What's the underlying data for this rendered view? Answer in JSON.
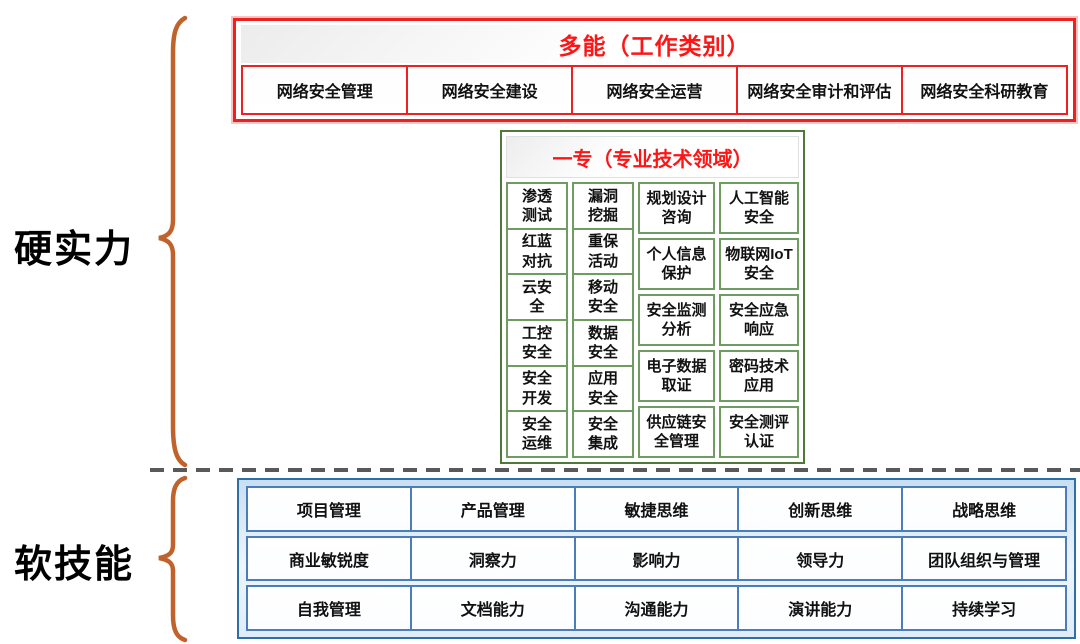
{
  "sections": {
    "hard_label": "硬实力",
    "soft_label": "软技能"
  },
  "top_box": {
    "title": "多能（工作类别）",
    "cells": [
      "网络安全管理",
      "网络安全建设",
      "网络安全运营",
      "网络安全审计和评估",
      "网络安全科研教育"
    ]
  },
  "middle_box": {
    "title": "一专（专业技术领域）",
    "col1": [
      "渗透\n测试",
      "红蓝\n对抗",
      "云安\n全",
      "工控\n安全",
      "安全\n开发",
      "安全\n运维"
    ],
    "col2": [
      "漏洞\n挖掘",
      "重保\n活动",
      "移动\n安全",
      "数据\n安全",
      "应用\n安全",
      "安全\n集成"
    ],
    "col3": [
      "规划设计\n咨询",
      "个人信息\n保护",
      "安全监测\n分析",
      "电子数据\n取证",
      "供应链安\n全管理"
    ],
    "col4": [
      "人工智能\n安全",
      "物联网IoT\n安全",
      "安全应急\n响应",
      "密码技术\n应用",
      "安全测评\n认证"
    ]
  },
  "bottom_box": {
    "rows": [
      [
        "项目管理",
        "产品管理",
        "敏捷思维",
        "创新思维",
        "战略思维"
      ],
      [
        "商业敏锐度",
        "洞察力",
        "影响力",
        "领导力",
        "团队组织与管理"
      ],
      [
        "自我管理",
        "文档能力",
        "沟通能力",
        "演讲能力",
        "持续学习"
      ]
    ]
  },
  "colors": {
    "red_accent": "#fe1515",
    "red_border": "#ee2020",
    "green_border_outer": "#4e7938",
    "green_border_cell": "#6f9c60",
    "blue_border_outer": "#2f6fa7",
    "blue_border_cell": "#4a7ebb",
    "brace_orange": "#c0622b",
    "dashed_gray": "#595959"
  }
}
